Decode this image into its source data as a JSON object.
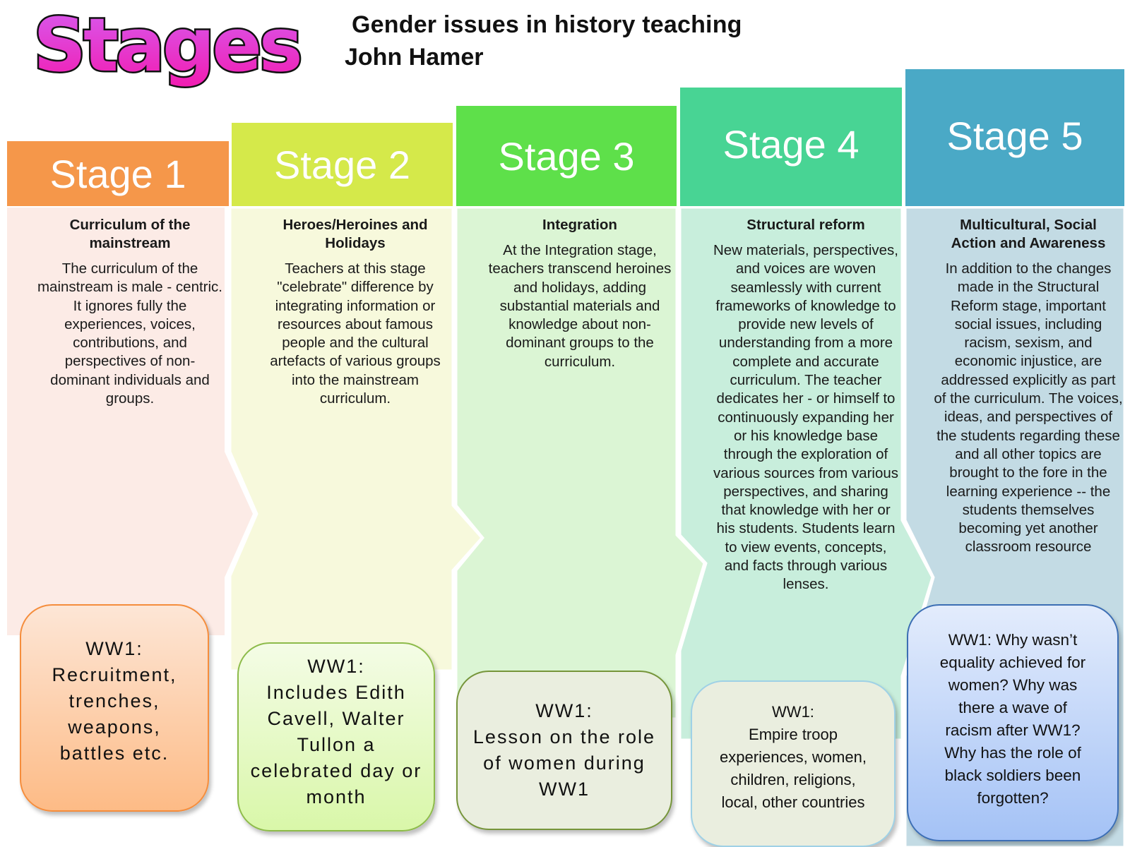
{
  "logo": {
    "text": "Stages",
    "gradient_top": "#d35ef0",
    "gradient_bottom": "#f01db4",
    "outline": "#111111"
  },
  "header": {
    "title": "Gender issues in history teaching",
    "author": "John Hamer"
  },
  "stages": [
    {
      "label": "Stage 1",
      "header_color": "#f5974a",
      "body_color": "#fcebe6",
      "subtitle": "Curriculum of the mainstream",
      "description": "The curriculum of the mainstream is male - centric. It ignores fully the experiences, voices, contributions, and perspectives of non-dominant individuals and groups.",
      "ww1": {
        "text": "WW1:\nRecruitment,\ntrenches,\nweapons,\nbattles etc.",
        "fill_top": "#fde6d6",
        "fill_bottom": "#fdbb86",
        "border": "#f58d3c"
      }
    },
    {
      "label": "Stage 2",
      "header_color": "#d5e94a",
      "body_color": "#f7f9dc",
      "subtitle": "Heroes/Heroines and Holidays",
      "description": "Teachers  at this stage \"celebrate\" difference by integrating information or resources about famous people and the cultural artefacts of various groups into the mainstream curriculum.",
      "ww1": {
        "text": "WW1:\nIncludes Edith\nCavell, Walter\nTullon a\ncelebrated day or\nmonth",
        "fill_top": "#f4fce6",
        "fill_bottom": "#d9f7a9",
        "border": "#8dbb4a"
      }
    },
    {
      "label": "Stage 3",
      "header_color": "#5ee04a",
      "body_color": "#dbf5d4",
      "subtitle": "Integration",
      "description": "At the Integration stage, teachers transcend heroines and holidays, adding substantial materials and knowledge about non-dominant groups to the curriculum.",
      "ww1": {
        "text": "WW1:\nLesson on the role\nof women during\nWW1",
        "fill_top": "#eaeedf",
        "fill_bottom": "#eaeedf",
        "border": "#76953a"
      }
    },
    {
      "label": "Stage 4",
      "header_color": "#48d494",
      "body_color": "#c8eedc",
      "subtitle": "Structural reform",
      "description": "New materials, perspectives, and voices are woven seamlessly with current frameworks of knowledge to provide new levels of understanding from a more complete and accurate curriculum. The teacher dedicates her - or himself to continuously expanding her or his knowledge base through the exploration of various sources from various perspectives, and sharing that knowledge with her or his students. Students learn to view events, concepts, and facts through various lenses.",
      "ww1": {
        "text": "WW1:\nEmpire troop\nexperiences, women,\nchildren, religions,\nlocal, other countries",
        "fill_top": "#eaeedf",
        "fill_bottom": "#eaeedf",
        "border": "#9fd1e6"
      }
    },
    {
      "label": "Stage 5",
      "header_color": "#4aa9c6",
      "body_color": "#c3dbe4",
      "subtitle": "Multicultural, Social Action and Awareness",
      "description": "In addition to the changes made in the Structural Reform stage, important social issues, including racism, sexism, and economic injustice, are addressed explicitly as part of the curriculum. The voices, ideas, and perspectives of the students regarding these and all other topics are brought to the fore in the learning experience   -- the students themselves becoming yet another classroom resource",
      "ww1": {
        "text": "WW1: Why wasn’t\nequality achieved for\nwomen? Why was\nthere a wave of\nracism after WW1?\nWhy has the role of\nblack soldiers been\nforgotten?",
        "fill_top": "#e3ecfc",
        "fill_bottom": "#a4c2f6",
        "border": "#3c6eb4"
      }
    }
  ]
}
